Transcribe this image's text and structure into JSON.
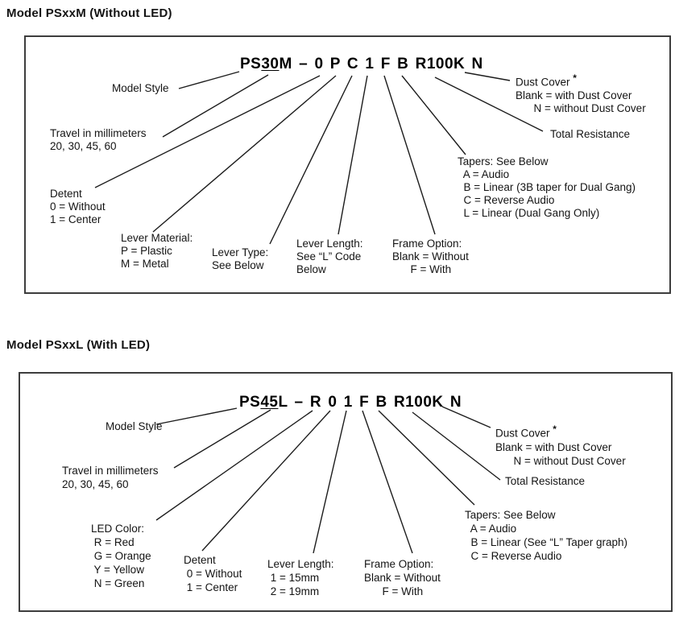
{
  "page": {
    "background": "#ffffff",
    "text_color": "#141414",
    "frame_border_color": "#3d3d3d",
    "line_color": "#1c1c1c"
  },
  "diagram1": {
    "title": "Model PSxxM (Without LED)",
    "part_number": {
      "prefix": "PS",
      "travel": "30",
      "rest": "M – 0 P C 1 F B R100K N"
    },
    "labels": {
      "model_style": "Model Style",
      "travel": "Travel in millimeters\n20, 30, 45, 60",
      "detent": "Detent\n0 = Without\n1 = Center",
      "lever_material": "Lever Material:\nP = Plastic\nM = Metal",
      "lever_type": "Lever Type:\nSee Below",
      "lever_length": "Lever Length:\nSee “L” Code\nBelow",
      "frame_option": "Frame Option:\nBlank = Without\n      F = With",
      "tapers": "Tapers: See Below\n  A = Audio\n  B = Linear (3B taper for Dual Gang)\n  C = Reverse Audio\n  L = Linear (Dual Gang Only)",
      "dust_cover_title": "Dust Cover ",
      "dust_cover_star": "*",
      "dust_cover_rest": "Blank = with Dust Cover\n      N = without Dust Cover",
      "total_resistance": "Total Resistance"
    }
  },
  "diagram2": {
    "title": "Model PSxxL (With LED)",
    "part_number": {
      "prefix": "PS",
      "travel": "45",
      "rest": "L – R 0 1 F B R100K N"
    },
    "labels": {
      "model_style": "Model Style",
      "travel": "Travel in millimeters\n20, 30, 45, 60",
      "led_color": "LED Color:\n R = Red\n G = Orange\n Y = Yellow\n N = Green",
      "detent": "Detent\n 0 = Without\n 1 = Center",
      "lever_length": "Lever Length:\n 1 = 15mm\n 2 = 19mm",
      "frame_option": "Frame Option:\nBlank = Without\n      F = With",
      "tapers": "Tapers: See Below\n  A = Audio\n  B = Linear (See “L” Taper graph)\n  C = Reverse Audio",
      "dust_cover_title": "Dust Cover ",
      "dust_cover_star": "*",
      "dust_cover_rest": "Blank = with Dust Cover\n      N = without Dust Cover",
      "total_resistance": "Total Resistance"
    }
  }
}
